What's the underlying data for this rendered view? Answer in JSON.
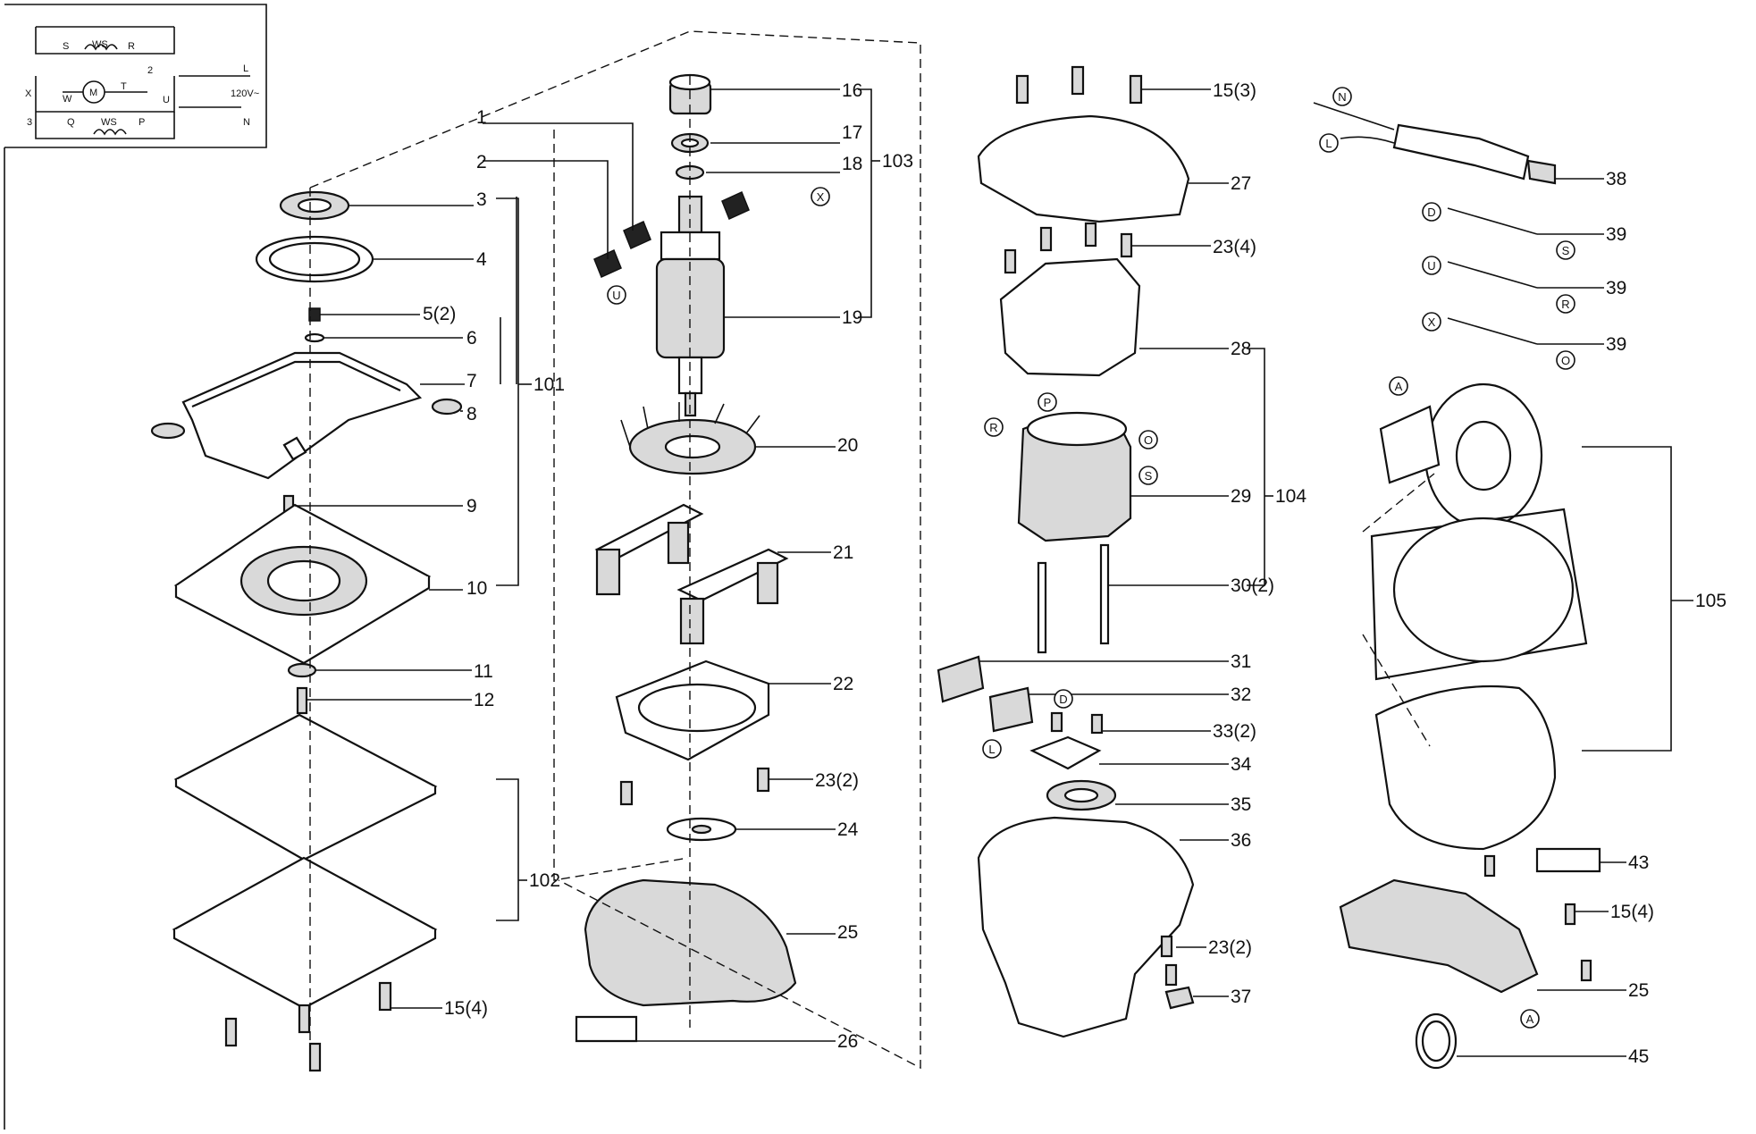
{
  "schematic": {
    "labels": [
      "S",
      "WS",
      "R",
      "L",
      "2",
      "120V~",
      "N",
      "U",
      "T",
      "P",
      "Q",
      "WS",
      "X",
      "3",
      "W",
      "M"
    ]
  },
  "labels": {
    "p1": "1",
    "p2": "2",
    "p3": "3",
    "p4": "4",
    "p5": "5(2)",
    "p6": "6",
    "p7": "7",
    "p8": "8",
    "p9": "9",
    "p10": "10",
    "p11": "11",
    "p12": "12",
    "p15a": "15(4)",
    "p16": "16",
    "p17": "17",
    "p18": "18",
    "p19": "19",
    "p20": "20",
    "p21": "21",
    "p22": "22",
    "p23a": "23(2)",
    "p24": "24",
    "p25a": "25",
    "p26": "26",
    "p15b": "15(3)",
    "p27": "27",
    "p23b": "23(4)",
    "p28": "28",
    "p29": "29",
    "p30": "30(2)",
    "p31": "31",
    "p32": "32",
    "p33": "33(2)",
    "p34": "34",
    "p35": "35",
    "p36": "36",
    "p23c": "23(2)",
    "p37": "37",
    "p38": "38",
    "p39a": "39",
    "p39b": "39",
    "p39c": "39",
    "p43": "43",
    "p15c": "15(4)",
    "p25b": "25",
    "p45": "45",
    "g101": "101",
    "g102": "102",
    "g103": "103",
    "g104": "104",
    "g105": "105"
  },
  "markers": {
    "x1": "X",
    "u1": "U",
    "p1": "P",
    "r1": "R",
    "o1": "O",
    "s1": "S",
    "d1": "D",
    "l1": "L",
    "n2": "N",
    "l2": "L",
    "d2": "D",
    "s2": "S",
    "u2": "U",
    "r2": "R",
    "x2": "X",
    "o2": "O",
    "a1": "A",
    "a2": "A"
  }
}
